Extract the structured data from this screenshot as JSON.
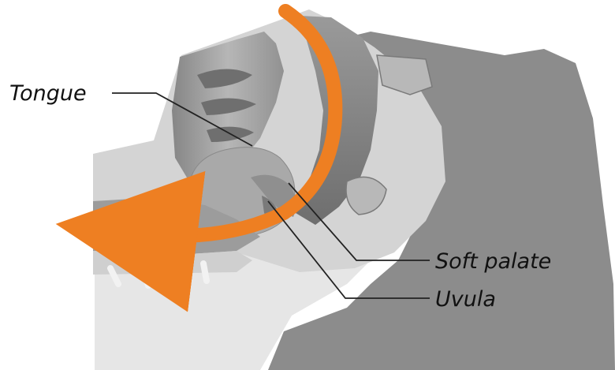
{
  "labels": {
    "tongue": "Tongue",
    "soft_palate": "Soft palate",
    "uvula": "Uvula"
  },
  "colors": {
    "airflow_arrow": "#ee7f22",
    "head_dark": "#8c8c8c",
    "tissue_light": "#d4d4d4",
    "tissue_mid": "#a9a9a9",
    "leader_line": "#222222"
  },
  "icons": {
    "airflow": "curved-arrow-icon"
  }
}
